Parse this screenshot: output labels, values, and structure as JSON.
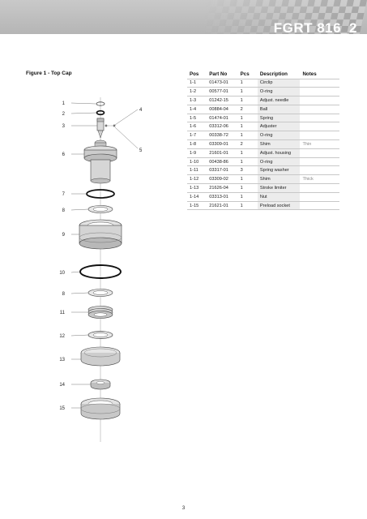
{
  "header": {
    "title": "FGRT 816_2"
  },
  "figure": {
    "title": "Figure 1 - Top Cap",
    "callouts": [
      "1",
      "2",
      "3",
      "4",
      "5",
      "6",
      "7",
      "8",
      "9",
      "10",
      "8",
      "11",
      "12",
      "13",
      "14",
      "15"
    ]
  },
  "table": {
    "headers": {
      "pos": "Pos",
      "part": "Part No",
      "pcs": "Pcs",
      "desc": "Description",
      "notes": "Notes"
    },
    "rows": [
      {
        "pos": "1-1",
        "part": "01473-01",
        "pcs": "1",
        "desc": "Circlip",
        "notes": ""
      },
      {
        "pos": "1-2",
        "part": "00577-01",
        "pcs": "1",
        "desc": "O-ring",
        "notes": ""
      },
      {
        "pos": "1-3",
        "part": "01242-15",
        "pcs": "1",
        "desc": "Adjust. needle",
        "notes": ""
      },
      {
        "pos": "1-4",
        "part": "00884-04",
        "pcs": "2",
        "desc": "Ball",
        "notes": ""
      },
      {
        "pos": "1-5",
        "part": "01474-01",
        "pcs": "1",
        "desc": "Spring",
        "notes": ""
      },
      {
        "pos": "1-6",
        "part": "03312-06",
        "pcs": "1",
        "desc": "Adjuster",
        "notes": ""
      },
      {
        "pos": "1-7",
        "part": "00338-72",
        "pcs": "1",
        "desc": "O-ring",
        "notes": ""
      },
      {
        "pos": "1-8",
        "part": "03309-01",
        "pcs": "2",
        "desc": "Shim",
        "notes": "Thin"
      },
      {
        "pos": "1-9",
        "part": "21601-01",
        "pcs": "1",
        "desc": "Adjust. housing",
        "notes": ""
      },
      {
        "pos": "1-10",
        "part": "00438-86",
        "pcs": "1",
        "desc": "O-ring",
        "notes": ""
      },
      {
        "pos": "1-11",
        "part": "03317-01",
        "pcs": "3",
        "desc": "Spring washer",
        "notes": ""
      },
      {
        "pos": "1-12",
        "part": "03309-02",
        "pcs": "1",
        "desc": "Shim",
        "notes": "Thick"
      },
      {
        "pos": "1-13",
        "part": "21626-04",
        "pcs": "1",
        "desc": "Stroke limiter",
        "notes": ""
      },
      {
        "pos": "1-14",
        "part": "03313-01",
        "pcs": "1",
        "desc": "Nut",
        "notes": ""
      },
      {
        "pos": "1-15",
        "part": "21621-01",
        "pcs": "1",
        "desc": "Preload socket",
        "notes": ""
      }
    ]
  },
  "footer": {
    "page_number": "3"
  }
}
